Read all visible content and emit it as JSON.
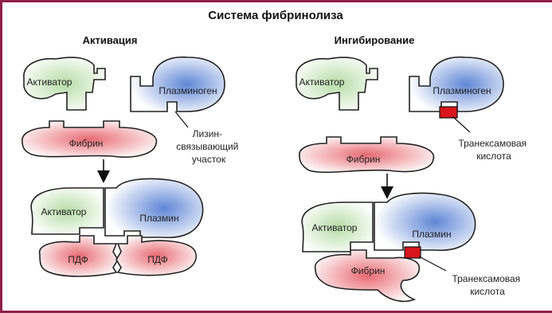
{
  "title": "Система фибринолиза",
  "panels": {
    "activation": {
      "title": "Активация",
      "activator": "Активатор",
      "plasminogen": "Плазминоген",
      "fibrin": "Фибрин",
      "binding_site": [
        "Лизин-",
        "связывающий",
        "участок"
      ],
      "activator_bottom": "Активатор",
      "plasmin": "Плазмин",
      "fdp_left": "ПДФ",
      "fdp_right": "ПДФ"
    },
    "inhibition": {
      "title": "Ингибирование",
      "activator": "Активатор",
      "plasminogen": "Плазминоген",
      "fibrin": "Фибрин",
      "tranexamic_top": [
        "Транексамовая",
        "кислота"
      ],
      "activator_bottom": "Активатор",
      "plasmin": "Плазмин",
      "fibrin_bottom": "Фибрин",
      "tranexamic_bottom": [
        "Транексамовая",
        "кислота"
      ]
    }
  },
  "colors": {
    "frame": "#8f1f49",
    "activator": "#cfe6c4",
    "plasminogen": "#9fb6e6",
    "fibrin": "#f0a6aa",
    "acid": "#d8161c"
  }
}
